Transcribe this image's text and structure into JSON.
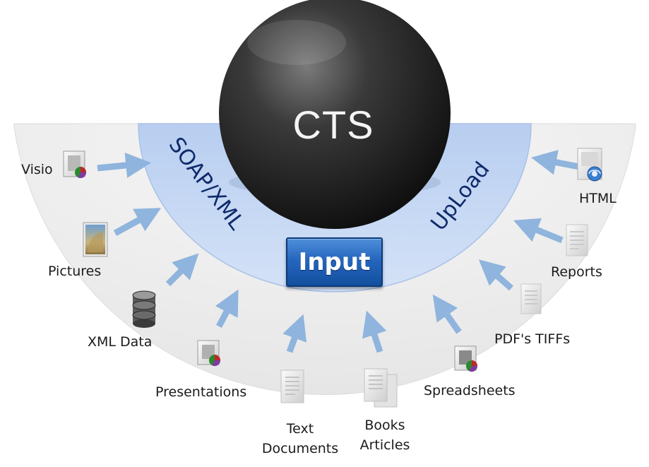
{
  "center": {
    "title": "CTS",
    "button": "Input"
  },
  "ring": {
    "left_label": "SOAP/XML",
    "right_label": "UpLoad"
  },
  "sources": {
    "visio": "Visio",
    "pictures": "Pictures",
    "xml_data": "XML Data",
    "presentations": "Presentations",
    "text_documents": [
      "Text",
      "Documents"
    ],
    "books_articles": [
      "Books",
      "Articles"
    ],
    "spreadsheets": "Spreadsheets",
    "pdfs_tiffs": "PDF's TIFFs",
    "reports": "Reports",
    "html": "HTML"
  },
  "colors": {
    "outer_fan": "#ececec",
    "input_ring": "#c6d8f4",
    "sphere": "#2e2e2e",
    "arrow": "#8fb4dd",
    "button": "#2566bf"
  },
  "icons": {
    "visio": "chart-document-icon",
    "pictures": "photo-icon",
    "xml_data": "database-icon",
    "presentations": "chart-document-icon",
    "text_documents": "document-icon",
    "books_articles": "stacked-documents-icon",
    "spreadsheets": "chart-document-icon",
    "pdfs_tiffs": "document-icon",
    "reports": "document-icon",
    "html": "web-document-icon"
  }
}
